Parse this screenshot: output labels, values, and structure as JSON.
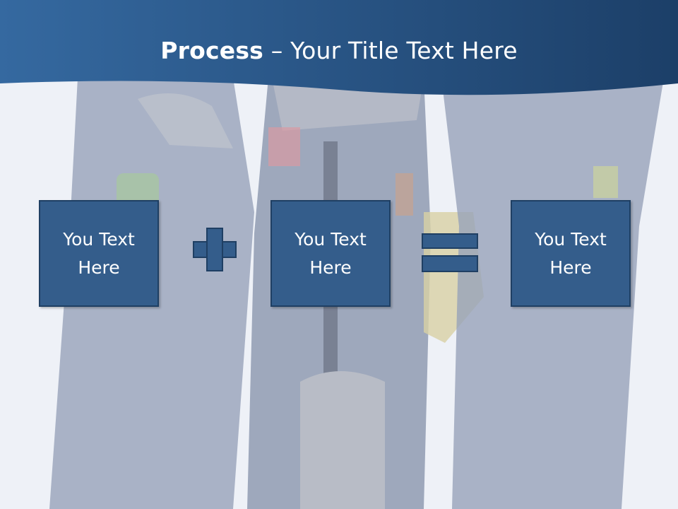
{
  "slide": {
    "title_bold": "Process",
    "title_rest": " – Your Title Text Here",
    "boxes": [
      {
        "text": "You Text Here"
      },
      {
        "text": "You Text Here"
      },
      {
        "text": "You Text Here"
      }
    ],
    "operators": [
      "plus",
      "equals"
    ]
  },
  "colors": {
    "header": "#2a5a8f",
    "box_fill": "#345d8b",
    "box_border": "#1f3f63",
    "background": "#eef1f7",
    "text": "#ffffff"
  }
}
